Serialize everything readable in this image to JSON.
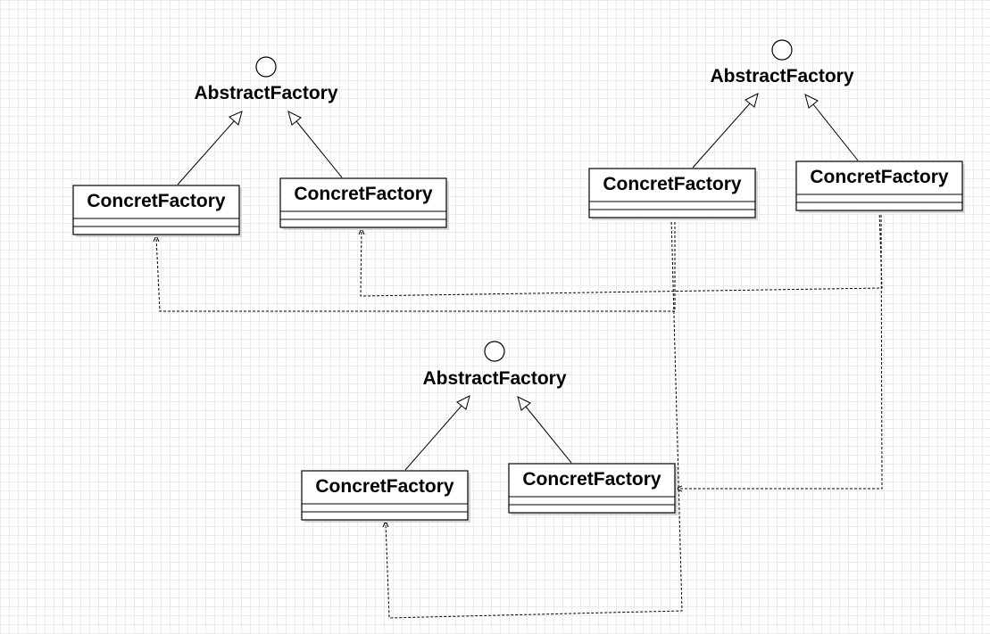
{
  "diagram": {
    "interfaces": [
      {
        "id": "af1",
        "label": "AbstractFactory"
      },
      {
        "id": "af2",
        "label": "AbstractFactory"
      },
      {
        "id": "af3",
        "label": "AbstractFactory"
      }
    ],
    "classes": [
      {
        "id": "cf1",
        "label": "ConcretFactory"
      },
      {
        "id": "cf2",
        "label": "ConcretFactory"
      },
      {
        "id": "cf3",
        "label": "ConcretFactory"
      },
      {
        "id": "cf4",
        "label": "ConcretFactory"
      },
      {
        "id": "cf5",
        "label": "ConcretFactory"
      },
      {
        "id": "cf6",
        "label": "ConcretFactory"
      }
    ],
    "relations": [
      {
        "type": "generalization",
        "from": "cf1",
        "to": "af1"
      },
      {
        "type": "generalization",
        "from": "cf2",
        "to": "af1"
      },
      {
        "type": "generalization",
        "from": "cf3",
        "to": "af2"
      },
      {
        "type": "generalization",
        "from": "cf4",
        "to": "af2"
      },
      {
        "type": "generalization",
        "from": "cf5",
        "to": "af3"
      },
      {
        "type": "generalization",
        "from": "cf6",
        "to": "af3"
      },
      {
        "type": "dependency",
        "from": "cf3",
        "to": "cf1"
      },
      {
        "type": "dependency",
        "from": "cf4",
        "to": "cf2"
      },
      {
        "type": "dependency",
        "from": "cf4",
        "to": "cf6"
      },
      {
        "type": "dependency",
        "from": "cf3",
        "to": "cf5"
      }
    ]
  }
}
